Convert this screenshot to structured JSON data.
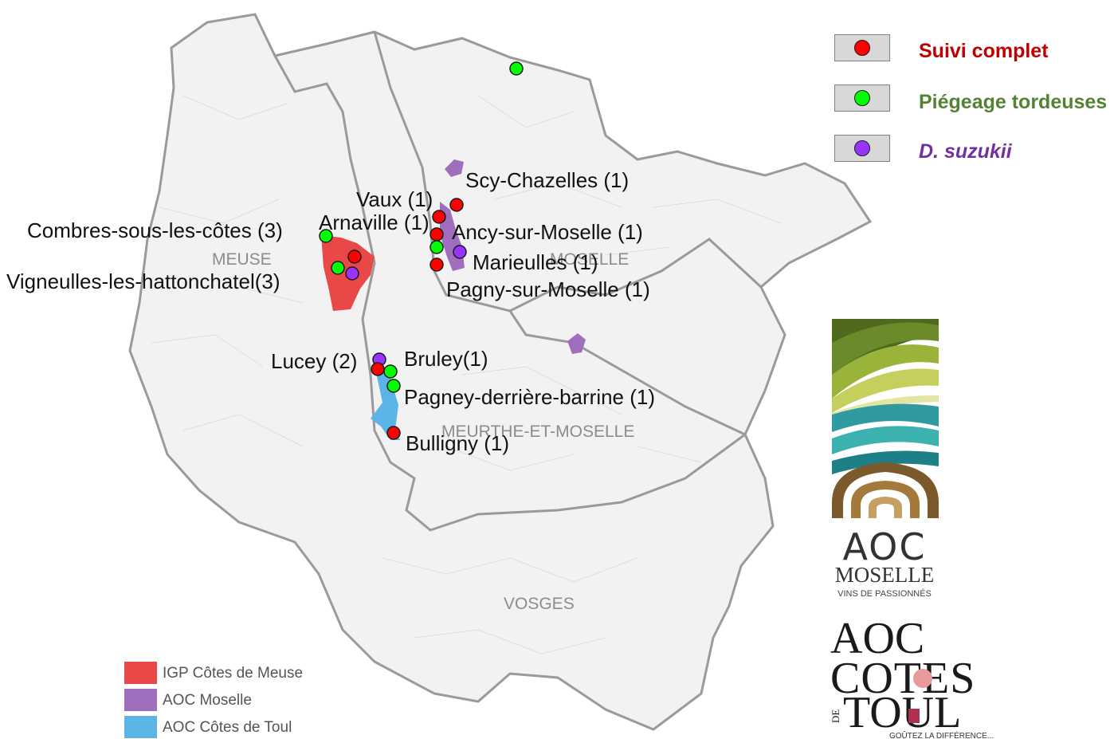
{
  "legend": {
    "items": [
      {
        "label": "Suivi complet",
        "color": "#ff0000",
        "text_color": "#c00000"
      },
      {
        "label": "Piégeage tordeuses",
        "color": "#00ff00",
        "text_color": "#548235"
      },
      {
        "label": "D. suzukii",
        "color": "#9933ff",
        "text_color": "#7030a0"
      }
    ]
  },
  "map": {
    "departments": [
      "MEUSE",
      "MOSELLE",
      "MEURTHE-ET-MOSELLE",
      "VOSGES"
    ],
    "sites": [
      {
        "label": "Scy-Chazelles (1)"
      },
      {
        "label": "Vaux (1)"
      },
      {
        "label": "Arnaville (1)"
      },
      {
        "label": "Combres-sous-les-côtes (3)"
      },
      {
        "label": "Ancy-sur-Moselle (1)"
      },
      {
        "label": "Marieulles (1)"
      },
      {
        "label": "Vigneulles-les-hattonchatel(3)"
      },
      {
        "label": "Pagny-sur-Moselle (1)"
      },
      {
        "label": "Lucey (2)"
      },
      {
        "label": "Bruley(1)"
      },
      {
        "label": "Pagney-derrière-barrine (1)"
      },
      {
        "label": "Bulligny (1)"
      }
    ],
    "zones": [
      {
        "label": "IGP Côtes de Meuse",
        "color": "#e84848"
      },
      {
        "label": "AOC Moselle",
        "color": "#9f6ebd"
      },
      {
        "label": "AOC Côtes de Toul",
        "color": "#5ab4e6"
      }
    ]
  },
  "logos": {
    "moselle": {
      "title": "AOC",
      "name": "MOSELLE",
      "tagline": "VINS DE PASSIONNÉS"
    },
    "toul": {
      "line1": "AOC",
      "line2": "COTES",
      "de": "DE",
      "line3": "TOUL",
      "tagline": "GOÛTEZ LA DIFFÉRENCE..."
    }
  }
}
